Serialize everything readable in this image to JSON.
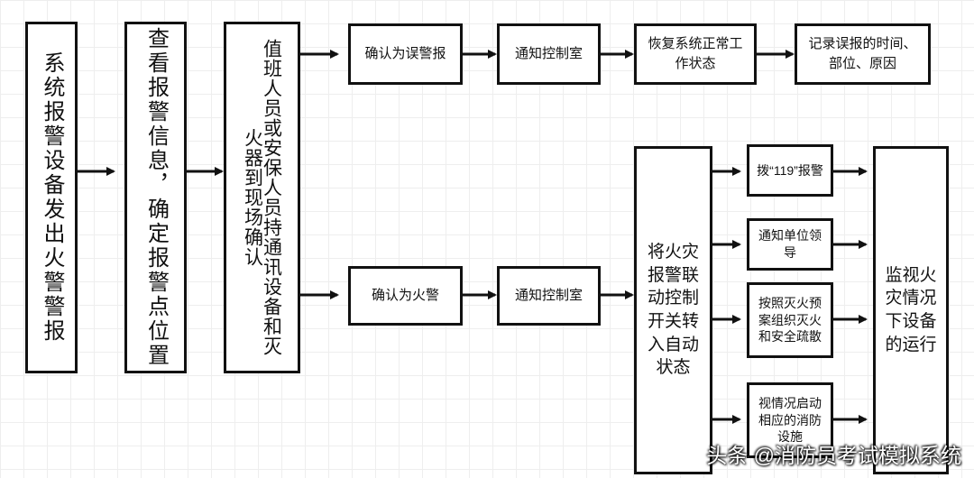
{
  "nodes": {
    "alarm_trigger": "系统报警设备发出火警警报",
    "check_info": "查看报警信息，确定报警点位置",
    "dispatch": "值班人员或安保人员持通讯设备和灭火器到现场确认",
    "false_alarm": "确认为误警报",
    "notify_control_top": "通知控制室",
    "restore": "恢复系统正常工作状态",
    "record": "记录误报的时间、部位、原因",
    "fire_confirm": "确认为火警",
    "notify_control_bottom": "通知控制室",
    "linkage": "将火灾报警联动控制开关转入自动状态",
    "call_119": "拨“119”报警",
    "notify_leader": "通知单位领导",
    "evacuate": "按照灭火预案组织灭火和安全疏散",
    "start_facilities": "视情况启动相应的消防设施",
    "monitor": "监视火灾情况下设备的运行"
  },
  "watermark": "头条 @消防员考试模拟系统"
}
